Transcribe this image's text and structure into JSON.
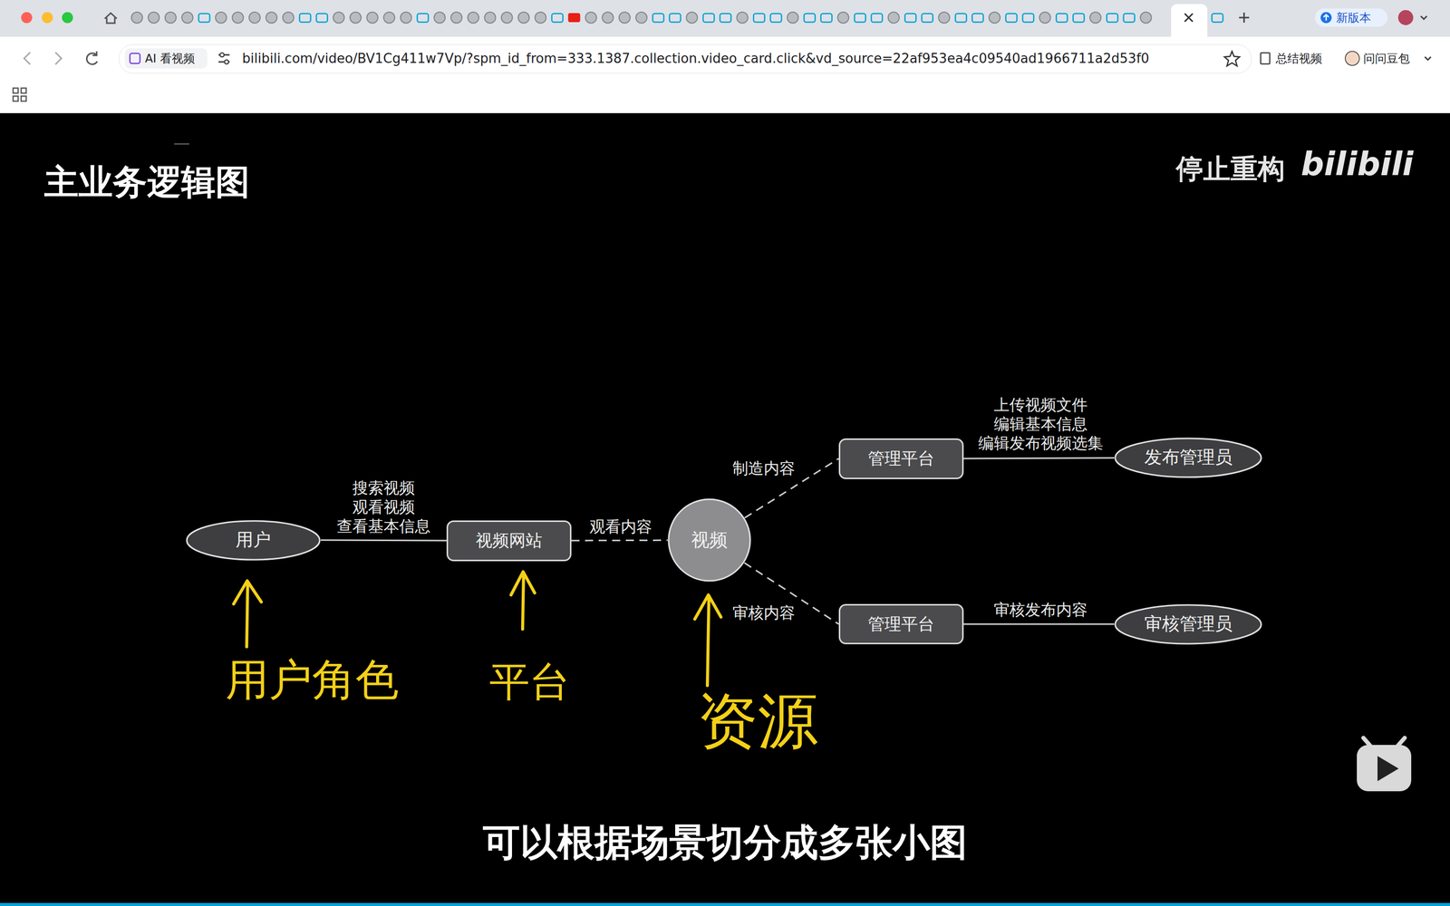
{
  "diagram": {
    "title": "主业务逻辑图",
    "caption": "可以根据场景切分成多张小图",
    "nodes": [
      {
        "text": [
          "用户"
        ]
      },
      {
        "text": [
          "视频网站"
        ]
      },
      {
        "text": [
          "视频"
        ]
      },
      {
        "text": [
          "管理平台"
        ]
      },
      {
        "text": [
          "管理平台"
        ]
      },
      {
        "text": [
          "发布管理员"
        ]
      },
      {
        "text": [
          "审核管理员"
        ]
      }
    ],
    "edges": [
      {
        "from": 0,
        "to": 1,
        "arrow": "none",
        "label": "搜索视频 观看视频 查看基本信息"
      },
      {
        "from": 1,
        "to": 2,
        "arrow": "none",
        "label": "观看内容"
      },
      {
        "from": 2,
        "to": 3,
        "arrow": "none",
        "label": "制造内容"
      },
      {
        "from": 2,
        "to": 4,
        "arrow": "none",
        "label": "审核内容"
      },
      {
        "from": 3,
        "to": 5,
        "arrow": "none",
        "label": "上传视频文件 编辑基本信息 编辑发布视频选集"
      },
      {
        "from": 4,
        "to": 6,
        "arrow": "none",
        "label": "审核发布内容"
      }
    ],
    "labels": [
      "停止重构",
      "bilibili",
      "用户角色",
      "平台",
      "资源",
      "AI 看视频",
      "bilibili.com/video/BV1Cg411w7Vp/?spm_id_from=333.1387.collection.video_card.click&vd_source=22af953ea4c09540ad1966711a2d53f0",
      "新版本",
      "总结视频",
      "问问豆包"
    ]
  }
}
